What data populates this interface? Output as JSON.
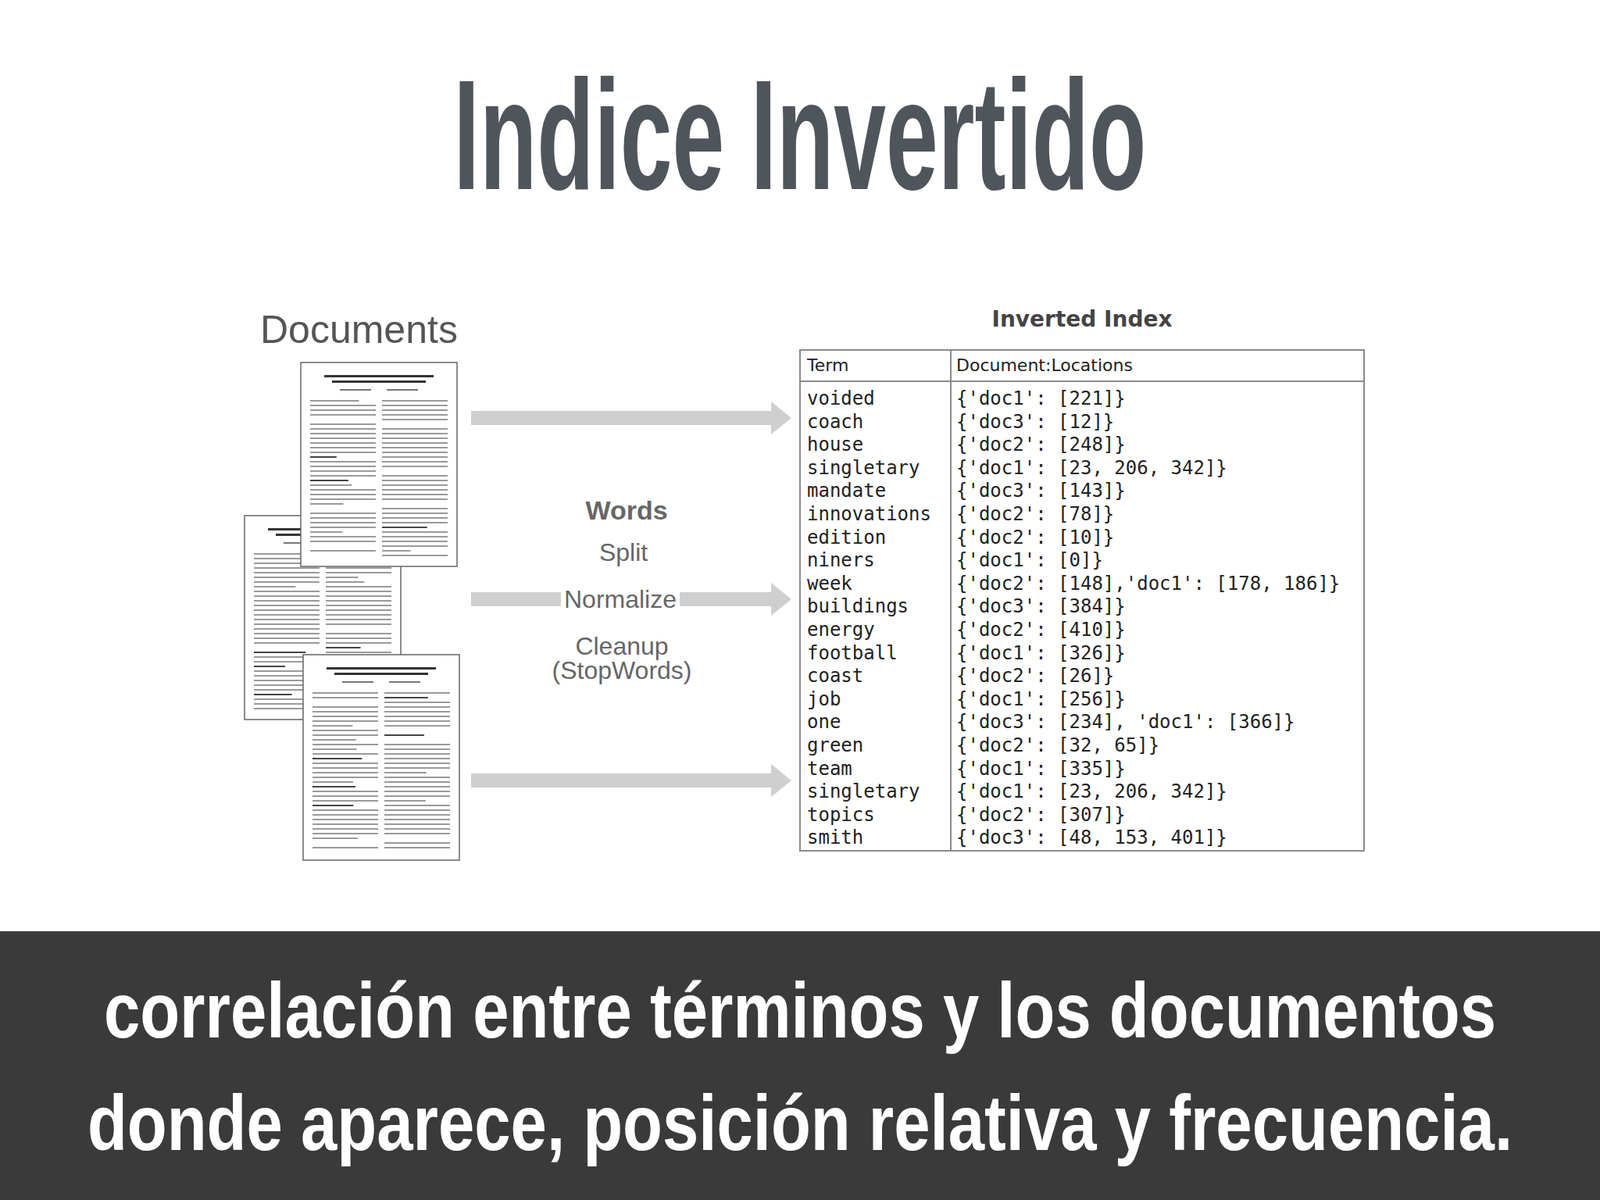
{
  "diagram": {
    "title": "Indice Invertido",
    "caption": "correlación entre términos y los documentos donde aparece, posición relativa y frecuencia.",
    "nodes": [
      {
        "text": [
          "Documents"
        ]
      },
      {
        "text": [
          "Inverted Index"
        ]
      }
    ],
    "edges": [
      {
        "from": 0,
        "to": 1,
        "arrow": "to"
      },
      {
        "from": 0,
        "to": 1,
        "arrow": "to",
        "label": "Normalize"
      },
      {
        "from": 0,
        "to": 1,
        "arrow": "to"
      }
    ],
    "labels": [
      "Words",
      "Split",
      "Cleanup (StopWords)",
      "Term",
      "Document:Locations",
      "voided",
      "{'doc1': [221]}",
      "coach",
      "{'doc3': [12]}",
      "house",
      "{'doc2': [248]}",
      "singletary",
      "{'doc1': [23, 206, 342]}",
      "mandate",
      "{'doc3': [143]}",
      "innovations",
      "{'doc2': [78]}",
      "edition",
      "{'doc2': [10]}",
      "niners",
      "{'doc1': [0]}",
      "week",
      "{'doc2': [148],'doc1': [178, 186]}",
      "buildings",
      "{'doc3': [384]}",
      "energy",
      "{'doc2': [410]}",
      "football",
      "{'doc1': [326]}",
      "coast",
      "{'doc2': [26]}",
      "job",
      "{'doc1': [256]}",
      "one",
      "{'doc3': [234], 'doc1': [366]}",
      "green",
      "{'doc2': [32, 65]}",
      "team",
      "{'doc1': [335]}",
      "singletary",
      "{'doc1': [23, 206, 342]}",
      "topics",
      "{'doc2': [307]}",
      "smith",
      "{'doc3': [48, 153, 401]}"
    ]
  }
}
